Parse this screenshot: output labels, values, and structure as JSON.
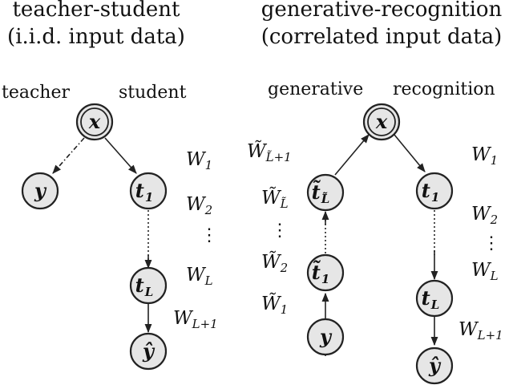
{
  "left_panel": {
    "title_line1": "teacher-student",
    "title_line2": "(i.i.d. input data)",
    "label_left": "teacher",
    "label_right": "student",
    "nodes": {
      "x": "x",
      "y": "y",
      "t1": "t",
      "t1_sub": "1",
      "tL": "t",
      "tL_sub": "L",
      "yhat": "ŷ"
    },
    "weights": {
      "w1": "W",
      "w1_sub": "1",
      "w2": "W",
      "w2_sub": "2",
      "wL": "W",
      "wL_sub": "L",
      "wL1": "W",
      "wL1_sub": "L+1"
    },
    "vdots": "⋮"
  },
  "right_panel": {
    "title_line1": "generative-recognition",
    "title_line2": "(correlated input data)",
    "label_left": "generative",
    "label_right": "recognition",
    "nodes": {
      "x": "x",
      "tt": "t̃",
      "tt_sub": "L̃",
      "t1t": "t̃",
      "t1t_sub": "1",
      "y": "y",
      "t1": "t",
      "t1_sub": "1",
      "tL": "t",
      "tL_sub": "L",
      "yhat": "ŷ"
    },
    "weights_gen": {
      "wg_top": "W̃",
      "wg_top_sub": "L̃+1",
      "wg_mid": "W̃",
      "wg_mid_sub": "L̃",
      "wg_2": "W̃",
      "wg_2_sub": "2",
      "wg_1": "W̃",
      "wg_1_sub": "1"
    },
    "weights_rec": {
      "w1": "W",
      "w1_sub": "1",
      "w2": "W",
      "w2_sub": "2",
      "wL": "W",
      "wL_sub": "L",
      "wL1": "W",
      "wL1_sub": "L+1"
    },
    "vdots": "⋮"
  }
}
